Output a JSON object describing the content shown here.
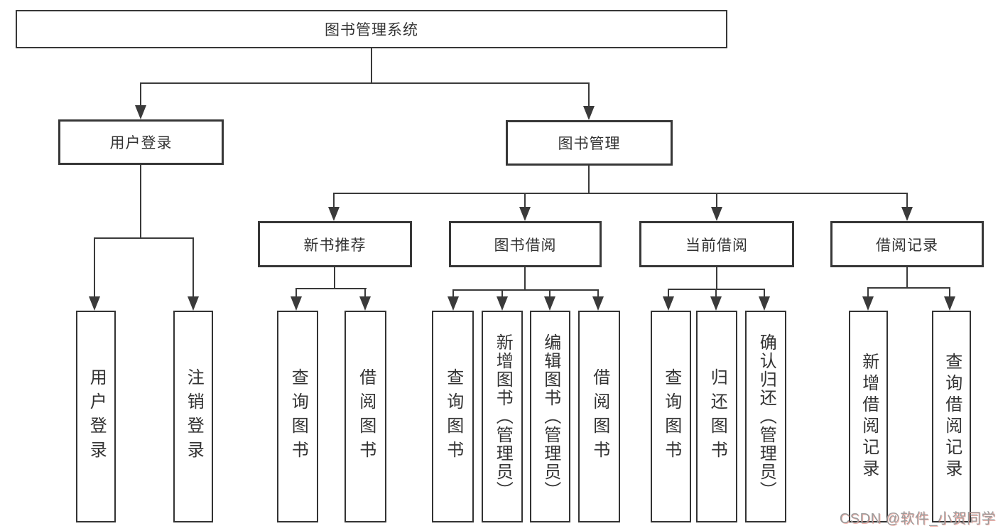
{
  "title": "图书管理系统",
  "tree": {
    "root": "图书管理系统",
    "branches": [
      {
        "label": "用户登录",
        "children": [
          "用户登录",
          "注销登录"
        ]
      },
      {
        "label": "图书管理",
        "children": [
          {
            "label": "新书推荐",
            "children": [
              "查询图书",
              "借阅图书"
            ]
          },
          {
            "label": "图书借阅",
            "children": [
              "查询图书",
              "新增图书（管理员）",
              "编辑图书（管理员）",
              "借阅图书"
            ]
          },
          {
            "label": "当前借阅",
            "children": [
              "查询图书",
              "归还图书",
              "确认归还（管理员）"
            ]
          },
          {
            "label": "借阅记录",
            "children": [
              "新增借阅记录",
              "查询借阅记录"
            ]
          }
        ]
      }
    ]
  },
  "watermark": "CSDN @软件_小贺同学",
  "colors": {
    "line": "#3a3a3a",
    "box_border": "#373737",
    "text": "#333333",
    "background": "#ffffff",
    "watermark_gray": "#9c9c9c",
    "watermark_accent": "#e8776a"
  }
}
